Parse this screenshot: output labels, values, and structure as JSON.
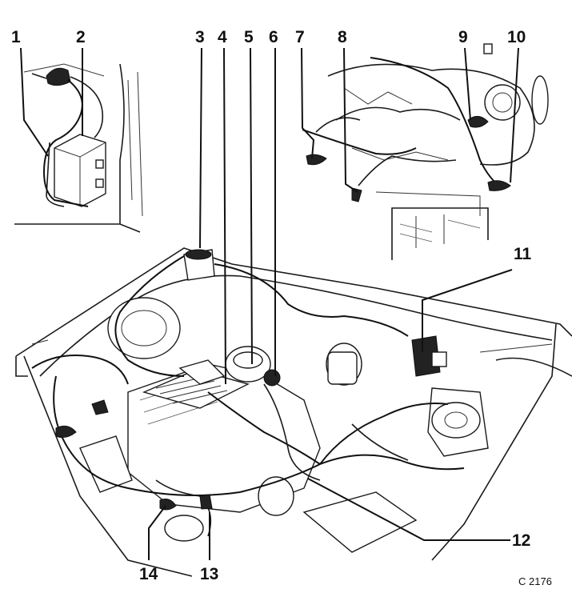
{
  "diagram": {
    "figure_code": "C 2176",
    "callouts": [
      {
        "id": "c1",
        "label": "1"
      },
      {
        "id": "c2",
        "label": "2"
      },
      {
        "id": "c3",
        "label": "3"
      },
      {
        "id": "c4",
        "label": "4"
      },
      {
        "id": "c5",
        "label": "5"
      },
      {
        "id": "c6",
        "label": "6"
      },
      {
        "id": "c7",
        "label": "7"
      },
      {
        "id": "c8",
        "label": "8"
      },
      {
        "id": "c9",
        "label": "9"
      },
      {
        "id": "c10",
        "label": "10"
      },
      {
        "id": "c11",
        "label": "11"
      },
      {
        "id": "c12",
        "label": "12"
      },
      {
        "id": "c13",
        "label": "13"
      },
      {
        "id": "c14",
        "label": "14"
      }
    ]
  }
}
